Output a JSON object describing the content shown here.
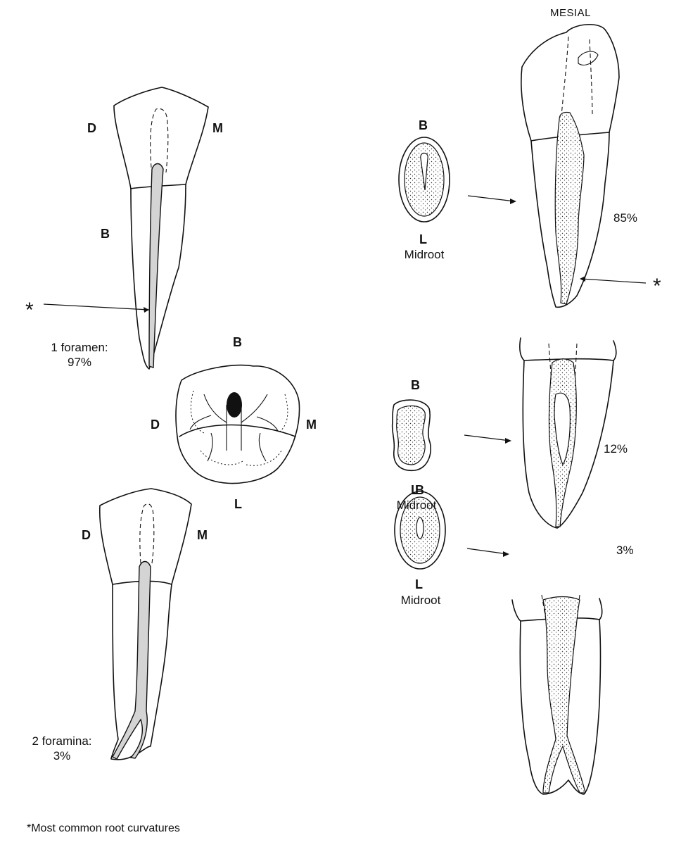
{
  "header": {
    "mesial": "MESIAL"
  },
  "left_upper_tooth": {
    "d": "D",
    "m": "M",
    "b": "B",
    "star": "*",
    "foramen_label": "1 foramen:",
    "foramen_pct": "97%"
  },
  "occlusal_view": {
    "b": "B",
    "d": "D",
    "m": "M",
    "l": "L"
  },
  "left_lower_tooth": {
    "d": "D",
    "m": "M",
    "foramen_label": "2 foramina:",
    "foramen_pct": "3%"
  },
  "cross_sections": [
    {
      "b": "B",
      "l": "L",
      "level": "Midroot",
      "pct": "85%",
      "star": "*"
    },
    {
      "b": "B",
      "l": "L",
      "level": "Midroot",
      "pct": "12%"
    },
    {
      "b": "B",
      "l": "L",
      "level": "Midroot",
      "pct": "3%"
    }
  ],
  "footnote": "*Most common root curvatures",
  "colors": {
    "ink": "#111111",
    "paper": "#ffffff"
  }
}
